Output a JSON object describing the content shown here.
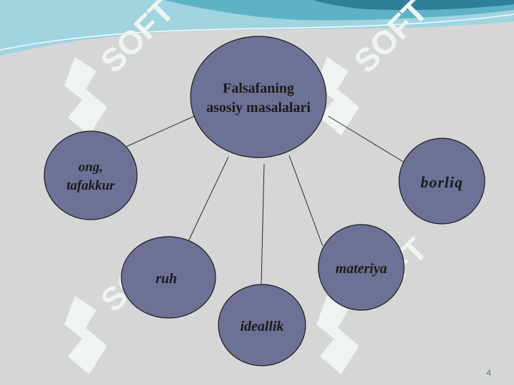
{
  "diagram": {
    "center": {
      "line1": "Falsafaning",
      "line2": "asosiy masalalari"
    },
    "nodes": {
      "ong": {
        "line1": "ong,",
        "line2": "tafakkur"
      },
      "borliq": "borliq",
      "ruh": "ruh",
      "ideallik": "ideallik",
      "materiya": "materiya"
    }
  },
  "watermark": {
    "text": "SOFT"
  },
  "footer": {
    "page_number": "4"
  },
  "colors": {
    "background": "#d6d6d6",
    "node_fill": "#6e7196",
    "node_stroke": "#1a1a1a",
    "wave_light": "#9fd4e0",
    "wave_mid": "#5fb2c6",
    "wave_dark": "#2f7f9a",
    "watermark": "#eef4f2",
    "page_number": "#4a6fa5"
  }
}
